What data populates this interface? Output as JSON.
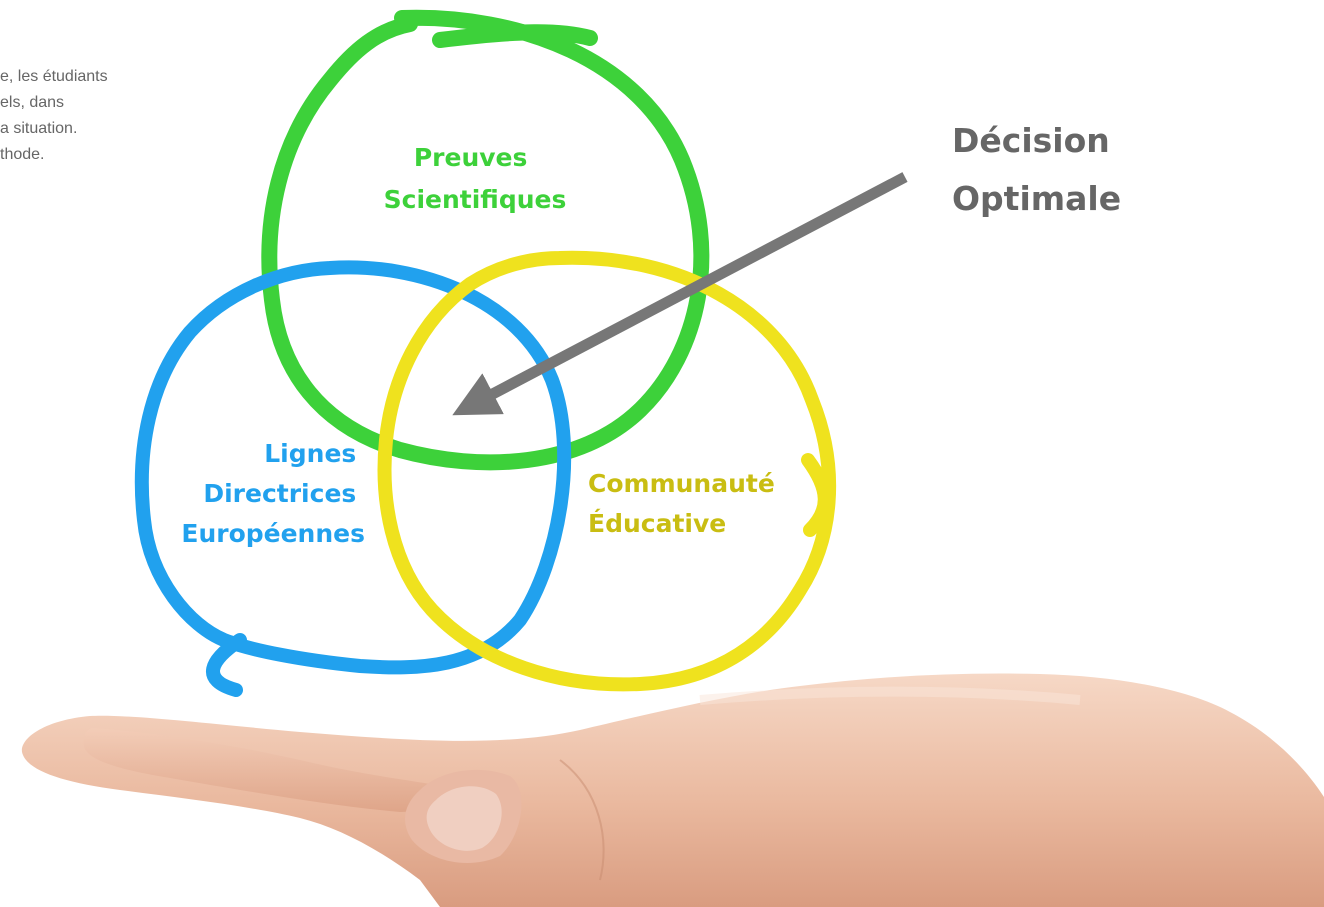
{
  "intro": {
    "lines": [
      "e, les étudiants",
      "els, dans",
      "a situation.",
      "thode."
    ]
  },
  "circles": {
    "top": {
      "label_lines": [
        "Preuves",
        "Scientifiques"
      ],
      "color": "#3dd13a"
    },
    "left": {
      "label_lines": [
        "Lignes",
        "Directrices",
        "Européennes"
      ],
      "color": "#21a1ee"
    },
    "right": {
      "label_lines": [
        "Communauté",
        "Éducative"
      ],
      "color": "#efe21e",
      "label_color": "#c9bd12"
    }
  },
  "decision": {
    "lines": [
      "Décision",
      "Optimale"
    ],
    "color": "#666666"
  },
  "arrow": {
    "color": "#777777"
  },
  "image": {
    "subject": "open-hand"
  }
}
